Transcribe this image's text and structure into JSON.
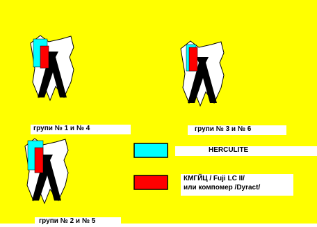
{
  "colors": {
    "background": "#ffff00",
    "composite_outer": "#00ffff",
    "liner_inner": "#ff0000",
    "tooth": "#ffffff",
    "outline": "#000000"
  },
  "teeth": [
    {
      "caption": "групи № 1 и № 4"
    },
    {
      "caption": "групи № 3 и № 6"
    },
    {
      "caption": "групи № 2 и № 5"
    }
  ],
  "legend": [
    {
      "swatch": "cyan",
      "label": "HERCULITE"
    },
    {
      "swatch": "red",
      "label_line1": "КМГЙЦ / Fuji LC II/",
      "label_line2": "или компомер /Dyract/"
    }
  ]
}
